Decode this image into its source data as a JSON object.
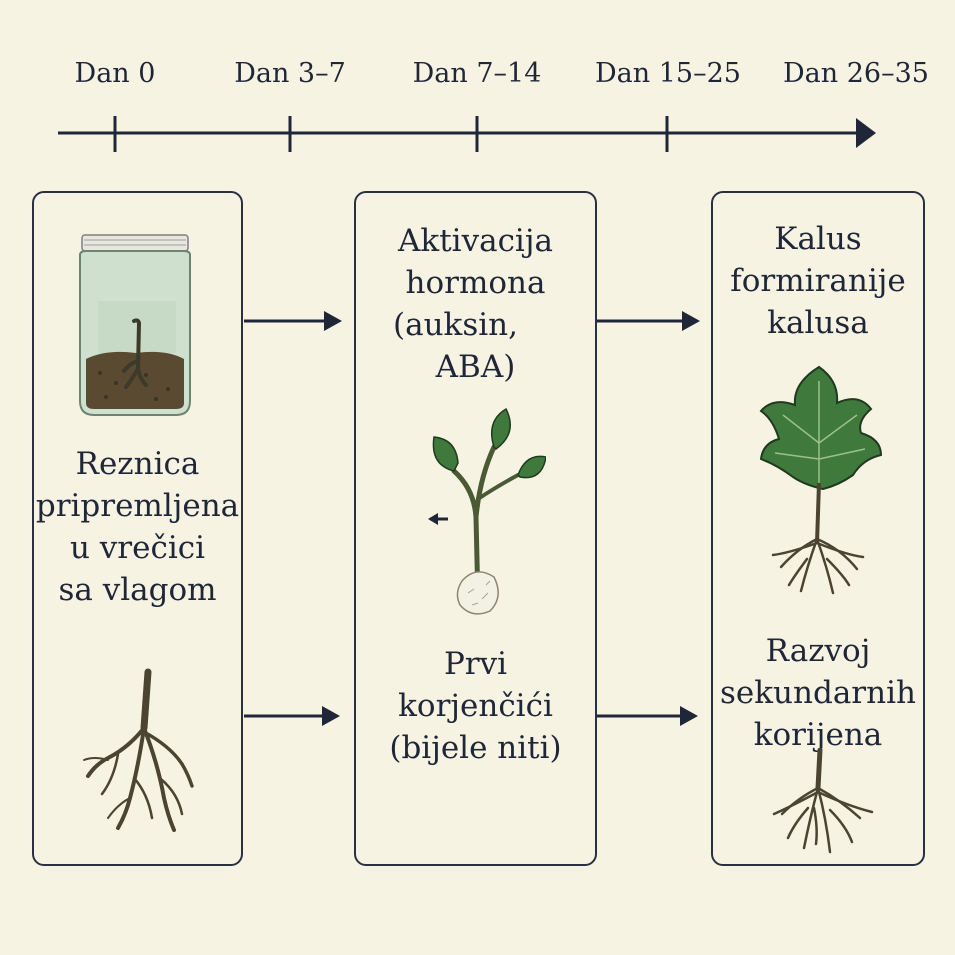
{
  "timeline": {
    "labels": [
      "Dan 0",
      "Dan 3–7",
      "Dan 7–14",
      "Dan 15–25",
      "Dan 26–35"
    ]
  },
  "panels": {
    "left": {
      "caption": [
        "Reznica",
        "pripremljena",
        "u vrečici",
        "sa vlagom"
      ]
    },
    "middle": {
      "top_caption": [
        "Aktivacija",
        "hormona",
        "(auksin,",
        "ABA)"
      ],
      "bottom_caption": [
        "Prvi",
        "korjenčići",
        "(bijele niti)"
      ]
    },
    "right": {
      "top_caption": [
        "Kalus",
        "formiranije",
        "kalusa"
      ],
      "bottom_caption": [
        "Razvoj",
        "sekundarnih",
        "korijena"
      ]
    }
  },
  "colors": {
    "background": "#f7f3e3",
    "ink": "#1f2638",
    "leaf": "#3f7a3c",
    "root": "#4b4432",
    "soil": "#5a4a32"
  }
}
